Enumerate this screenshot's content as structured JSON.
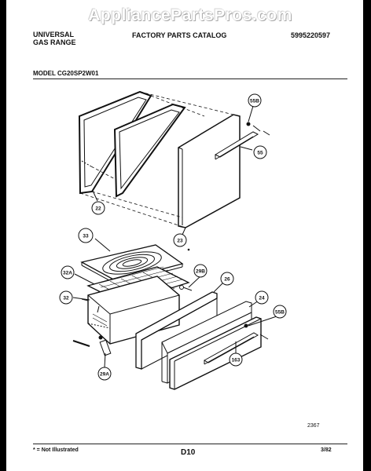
{
  "watermark": "AppliancePartsPros.com",
  "header": {
    "brand_line1": "UNIVERSAL",
    "brand_line2": "GAS RANGE",
    "catalog_title": "FACTORY PARTS CATALOG",
    "catalog_number": "5995220597",
    "model": "MODEL CG20SP2W01"
  },
  "callouts": {
    "door_section": [
      "55B",
      "55",
      "22",
      "23"
    ],
    "broiler_section": [
      "33",
      "29B",
      "32A",
      "26",
      "32",
      "24",
      "55B",
      "29A",
      "163"
    ]
  },
  "footer": {
    "drawing_number": "2367",
    "not_illustrated_note": "* = Not Illustrated",
    "page_code": "D10",
    "date": "3/82"
  }
}
